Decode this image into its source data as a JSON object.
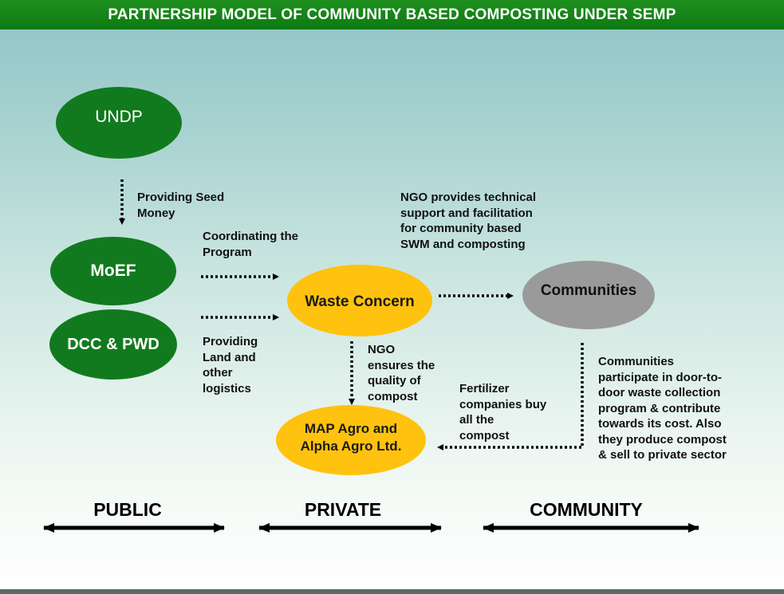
{
  "title": "PARTNERSHIP MODEL OF COMMUNITY BASED COMPOSTING UNDER SEMP",
  "nodes": {
    "undp": "UNDP",
    "moef": "MoEF",
    "dcc_pwd": "DCC & PWD",
    "waste_concern": "Waste Concern",
    "communities": "Communities",
    "map_agro": "MAP Agro and\nAlpha Agro Ltd."
  },
  "labels": {
    "seed_money": "Providing Seed\nMoney",
    "coordinating": "Coordinating the\nProgram",
    "providing_land": "Providing\nLand and\nother\nlogistics",
    "ngo_support": "NGO provides technical\nsupport and facilitation\nfor community based\nSWM and composting",
    "ngo_quality": "NGO\nensures the\nquality of\ncompost",
    "fertilizer": "Fertilizer\ncompanies buy\nall the\ncompost",
    "communities_participate": "Communities\nparticipate in door-to-\ndoor waste collection\nprogram & contribute\ntowards its cost. Also\nthey produce compost\n& sell to private sector"
  },
  "sectors": {
    "public": "PUBLIC",
    "private": "PRIVATE",
    "community": "COMMUNITY"
  },
  "colors": {
    "title_bar": "#0f7a14",
    "public_node": "#127a1e",
    "private_node": "#ffc20e",
    "community_node": "#9a9a9a"
  }
}
